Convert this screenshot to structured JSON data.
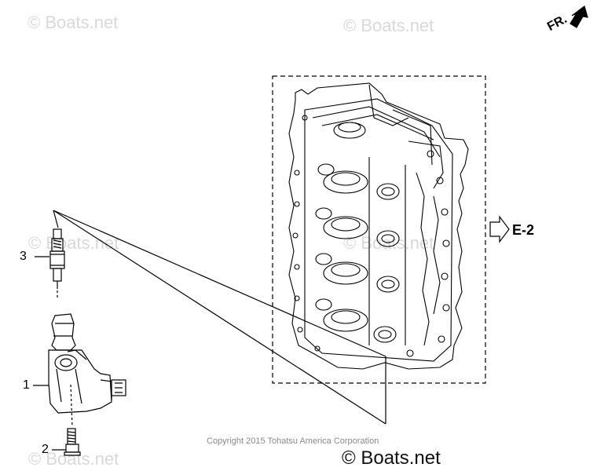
{
  "watermark": {
    "text": "© Boats.net"
  },
  "direction_indicator": {
    "label": "FR."
  },
  "reference": {
    "label": "E-2"
  },
  "callouts": [
    {
      "number": "1",
      "part": "ignition-coil"
    },
    {
      "number": "2",
      "part": "bolt"
    },
    {
      "number": "3",
      "part": "spark-plug"
    }
  ],
  "copyright": "Copyright 2015 Tohatsu America Corporation",
  "footer_mark": "© Boats.net",
  "colors": {
    "line": "#000000",
    "watermark": "#d9d9d9",
    "copyright": "#8a8a8a"
  }
}
